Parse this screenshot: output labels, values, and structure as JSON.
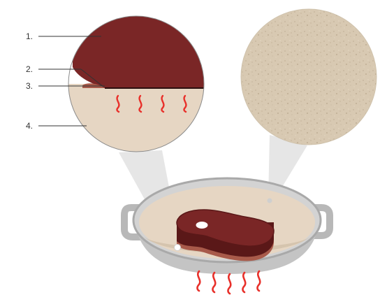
{
  "labels": [
    {
      "id": "1",
      "text": "1."
    },
    {
      "id": "2",
      "text": "2."
    },
    {
      "id": "3",
      "text": "3."
    },
    {
      "id": "4",
      "text": "4."
    }
  ],
  "colors": {
    "meat": "#7a2626",
    "meat_dark": "#5a1818",
    "sear_line": "#2a0e0e",
    "crust_brown": "#a85a4a",
    "pan_surface": "#e6d6c3",
    "pan_steel": "#c9c9c9",
    "pan_steel_dark": "#a9a9a9",
    "flame": "#e8302a",
    "bone_white": "#ffffff",
    "magnifier_beam": "#e6e6e6",
    "texture_base": "#d8c9b2",
    "texture_speck": "#bfae94",
    "label_text": "#333333"
  },
  "icons": {
    "heat": "flame-squiggle-icon",
    "bone": "bone-marker-icon",
    "focus_point": "focus-dot-icon"
  }
}
